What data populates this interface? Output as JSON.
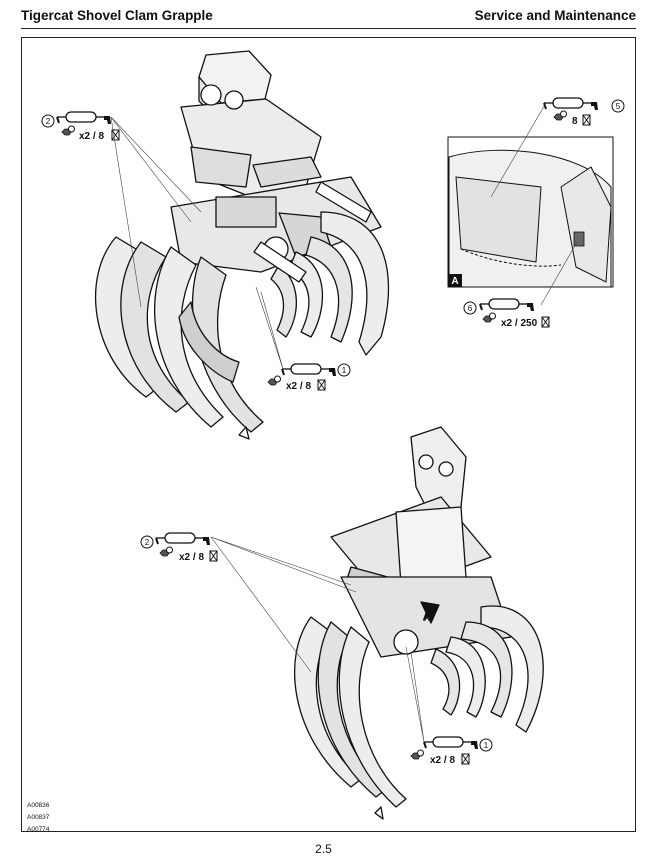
{
  "header": {
    "left": "Tigercat Shovel Clam Grapple",
    "right": "Service and Maintenance"
  },
  "callouts": [
    {
      "number": "2",
      "spec": "x2 / 8"
    },
    {
      "number": "1",
      "spec": "x2 / 8"
    },
    {
      "number": "5",
      "spec": "8"
    },
    {
      "number": "6",
      "spec": "x2 / 250"
    },
    {
      "number": "2",
      "spec": "x2 / 8"
    },
    {
      "number": "1",
      "spec": "x2 / 8"
    }
  ],
  "detail_labels": {
    "inset": "A",
    "arrow": "A"
  },
  "figure_codes": [
    "A00836",
    "A00837",
    "A00774"
  ],
  "page_number": "2.5",
  "icons": [
    "grease-gun-icon",
    "grease-fitting-icon",
    "hour-interval-icon"
  ]
}
